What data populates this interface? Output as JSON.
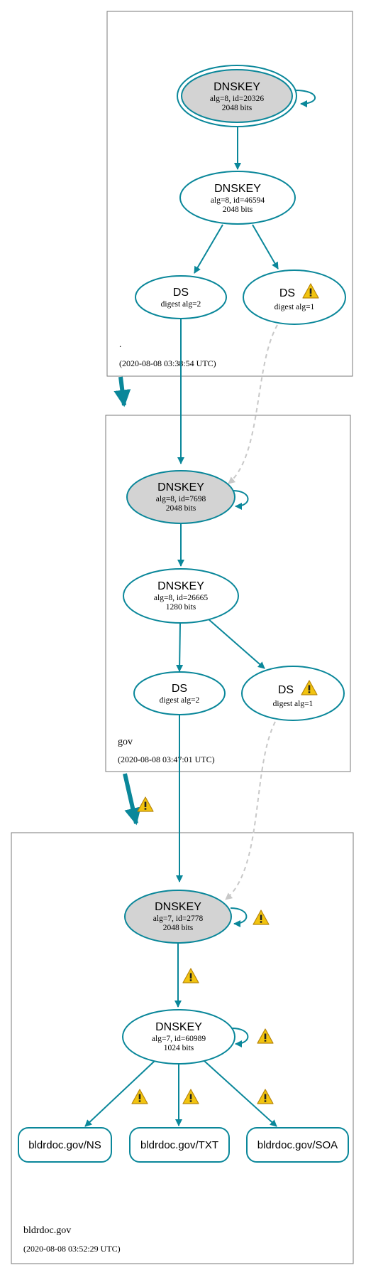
{
  "zones": {
    "root": {
      "label": ".",
      "timestamp": "(2020-08-08 03:38:54 UTC)"
    },
    "gov": {
      "label": "gov",
      "timestamp": "(2020-08-08 03:47:01 UTC)"
    },
    "bldrdoc": {
      "label": "bldrdoc.gov",
      "timestamp": "(2020-08-08 03:52:29 UTC)"
    }
  },
  "nodes": {
    "root_ksk": {
      "title": "DNSKEY",
      "line1": "alg=8, id=20326",
      "line2": "2048 bits"
    },
    "root_zsk": {
      "title": "DNSKEY",
      "line1": "alg=8, id=46594",
      "line2": "2048 bits"
    },
    "gov_ds2": {
      "title": "DS",
      "line1": "digest alg=2"
    },
    "gov_ds1": {
      "title": "DS",
      "line1": "digest alg=1"
    },
    "gov_ksk": {
      "title": "DNSKEY",
      "line1": "alg=8, id=7698",
      "line2": "2048 bits"
    },
    "gov_zsk": {
      "title": "DNSKEY",
      "line1": "alg=8, id=26665",
      "line2": "1280 bits"
    },
    "bldr_ds2": {
      "title": "DS",
      "line1": "digest alg=2"
    },
    "bldr_ds1": {
      "title": "DS",
      "line1": "digest alg=1"
    },
    "bldr_ksk": {
      "title": "DNSKEY",
      "line1": "alg=7, id=2778",
      "line2": "2048 bits"
    },
    "bldr_zsk": {
      "title": "DNSKEY",
      "line1": "alg=7, id=60989",
      "line2": "1024 bits"
    },
    "rr_ns": {
      "title": "bldrdoc.gov/NS"
    },
    "rr_txt": {
      "title": "bldrdoc.gov/TXT"
    },
    "rr_soa": {
      "title": "bldrdoc.gov/SOA"
    }
  },
  "colors": {
    "edge": "#0a879a",
    "key_fill": "#d3d3d3",
    "insecure_edge": "#c8c8c8",
    "zone_border": "#7a7a7a",
    "warning_fill": "#f2c40f"
  },
  "icons": {
    "warning": "warning-icon"
  }
}
